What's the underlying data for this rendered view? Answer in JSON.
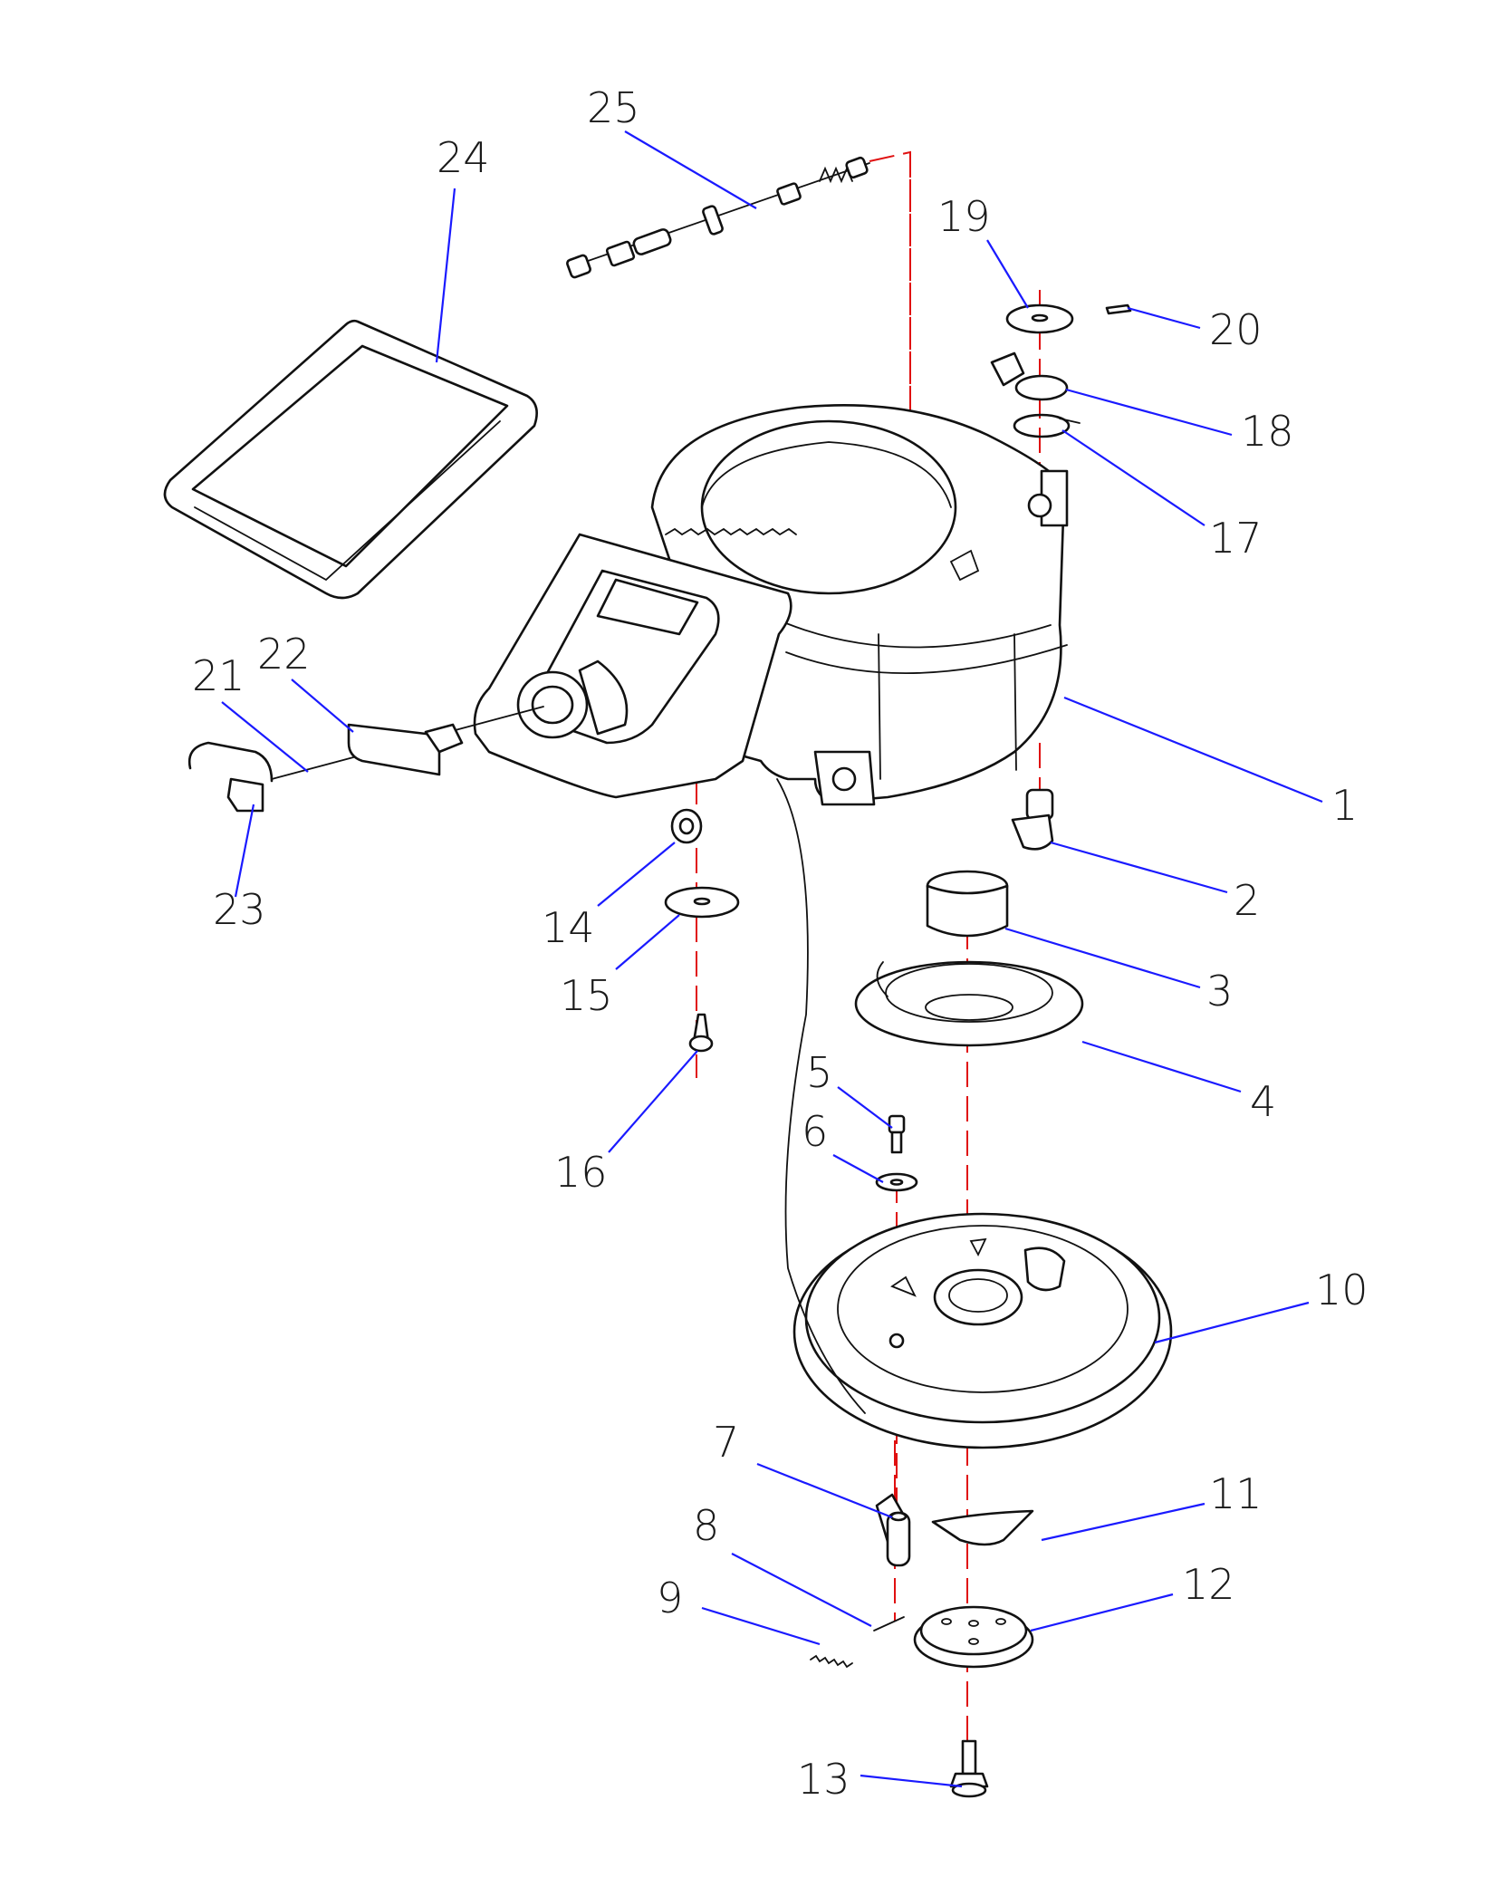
{
  "callouts": [
    {
      "id": "1",
      "label": "1"
    },
    {
      "id": "2",
      "label": "2"
    },
    {
      "id": "3",
      "label": "3"
    },
    {
      "id": "4",
      "label": "4"
    },
    {
      "id": "5",
      "label": "5"
    },
    {
      "id": "6",
      "label": "6"
    },
    {
      "id": "7",
      "label": "7"
    },
    {
      "id": "8",
      "label": "8"
    },
    {
      "id": "9",
      "label": "9"
    },
    {
      "id": "10",
      "label": "10"
    },
    {
      "id": "11",
      "label": "11"
    },
    {
      "id": "12",
      "label": "12"
    },
    {
      "id": "13",
      "label": "13"
    },
    {
      "id": "14",
      "label": "14"
    },
    {
      "id": "15",
      "label": "15"
    },
    {
      "id": "16",
      "label": "16"
    },
    {
      "id": "17",
      "label": "17"
    },
    {
      "id": "18",
      "label": "18"
    },
    {
      "id": "19",
      "label": "19"
    },
    {
      "id": "20",
      "label": "20"
    },
    {
      "id": "21",
      "label": "21"
    },
    {
      "id": "22",
      "label": "22"
    },
    {
      "id": "23",
      "label": "23"
    },
    {
      "id": "24",
      "label": "24"
    },
    {
      "id": "25",
      "label": "25"
    }
  ],
  "colors": {
    "leader_line": "#1a1aff",
    "assembly_axis": "#e01010",
    "part_outline": "#111111",
    "background": "#ffffff"
  }
}
